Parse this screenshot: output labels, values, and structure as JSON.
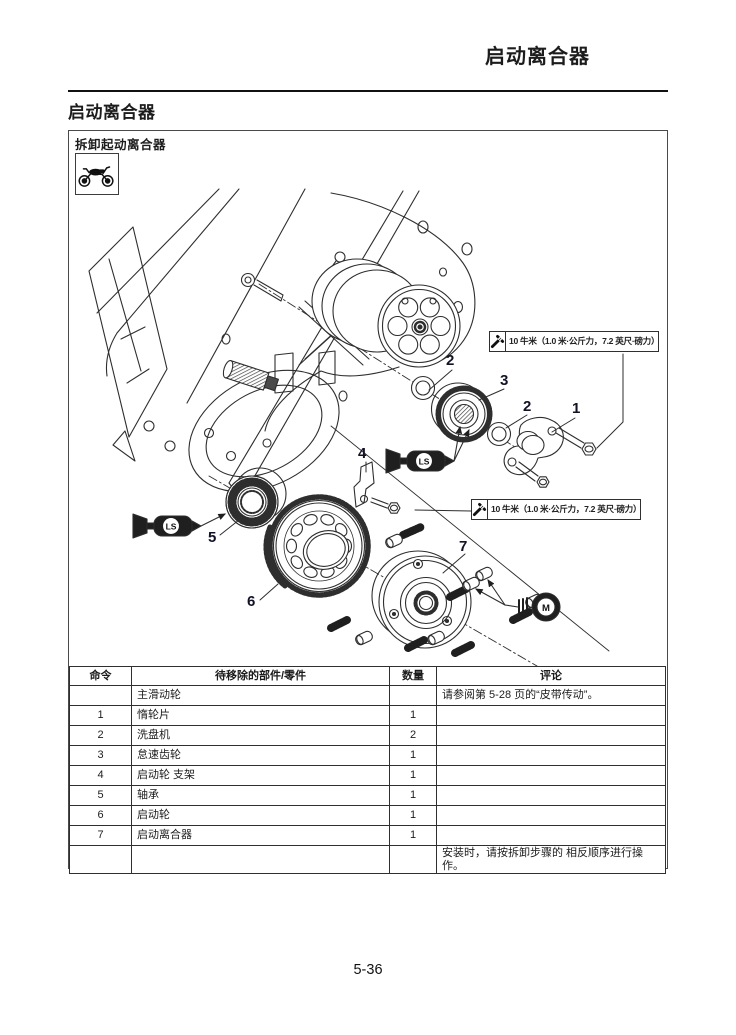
{
  "page": {
    "header_title": "启动离合器",
    "section_title": "启动离合器",
    "page_number": "5-36"
  },
  "procedure": {
    "title": "拆卸起动离合器",
    "vehicle_icon": "motorcycle-icon"
  },
  "diagram": {
    "torque_notes": [
      {
        "icon": "torque-wrench-icon",
        "text": "10 牛米（1.0 米·公斤力，7.2 英尺·磅力）"
      },
      {
        "icon": "torque-wrench-icon",
        "text": "10 牛米（1.0 米·公斤力，7.2 英尺·磅力）"
      }
    ],
    "lubricants": [
      {
        "label": "LS"
      },
      {
        "label": "LS"
      },
      {
        "label": "M"
      }
    ],
    "callouts": [
      {
        "label": "1"
      },
      {
        "label": "2"
      },
      {
        "label": "3"
      },
      {
        "label": "2"
      },
      {
        "label": "4"
      },
      {
        "label": "5"
      },
      {
        "label": "6"
      },
      {
        "label": "7"
      }
    ]
  },
  "table": {
    "headers": [
      "命令",
      "待移除的部件/零件",
      "数量",
      "评论"
    ],
    "rows": [
      {
        "order": "",
        "part": "主滑动轮",
        "qty": "",
        "remarks": "请参阅第 5-28 页的“皮带传动”。"
      },
      {
        "order": "1",
        "part": "惰轮片",
        "qty": "1",
        "remarks": ""
      },
      {
        "order": "2",
        "part": "洗盘机",
        "qty": "2",
        "remarks": ""
      },
      {
        "order": "3",
        "part": "怠速齿轮",
        "qty": "1",
        "remarks": ""
      },
      {
        "order": "4",
        "part": "启动轮 支架",
        "qty": "1",
        "remarks": ""
      },
      {
        "order": "5",
        "part": "轴承",
        "qty": "1",
        "remarks": ""
      },
      {
        "order": "6",
        "part": "启动轮",
        "qty": "1",
        "remarks": ""
      },
      {
        "order": "7",
        "part": "启动离合器",
        "qty": "1",
        "remarks": ""
      },
      {
        "order": "",
        "part": "",
        "qty": "",
        "remarks": "安装时，请按拆卸步骤的 相反顺序进行操作。"
      }
    ]
  }
}
